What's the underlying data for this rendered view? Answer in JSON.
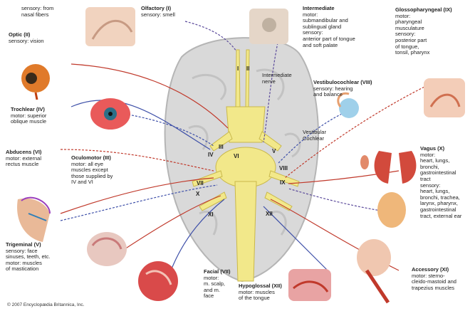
{
  "numerals": [
    "I",
    "II",
    "III",
    "IV",
    "V",
    "VI",
    "VII",
    "VIII",
    "IX",
    "X",
    "XI",
    "XII"
  ],
  "labels": {
    "top_left": {
      "line1": "sensory: from",
      "line2": "nasal fibers"
    },
    "olfactory": {
      "title": "Olfactory (I)",
      "desc": "sensory: smell"
    },
    "optic": {
      "title": "Optic (II)",
      "desc": "sensory: vision"
    },
    "trochlear": {
      "title": "Trochlear (IV)",
      "desc1": "motor: superior",
      "desc2": "oblique muscle"
    },
    "abducens": {
      "title": "Abducens (VI)",
      "desc1": "motor: external",
      "desc2": "rectus muscle"
    },
    "oculomotor": {
      "title": "Oculomotor (III)",
      "desc1": "motor: all eye",
      "desc2": "muscles except",
      "desc3": "those supplied by",
      "desc4": "IV and VI"
    },
    "trigeminal": {
      "title": "Trigeminal (V)",
      "desc1": "sensory: face",
      "desc2": "sinuses, teeth, etc.",
      "desc3": "motor: muscles",
      "desc4": "of mastication"
    },
    "facial": {
      "title": "Facial (VII)",
      "desc1": "motor:",
      "desc2": "m. scalp,",
      "desc3": "and m.",
      "desc4": "face"
    },
    "hypoglossal": {
      "title": "Hypoglossal (XII)",
      "desc1": "motor: muscles",
      "desc2": "of the tongue"
    },
    "accessory": {
      "title": "Accessory (XI)",
      "desc1": "motor: sterno-",
      "desc2": "cleido-mastoid and",
      "desc3": "trapezius muscles"
    },
    "glossopharyngeal": {
      "title": "Glossopharyngeal (IX)",
      "desc1": "motor:",
      "desc2": "pharyngeal",
      "desc3": "musculature",
      "desc4": "sensory:",
      "desc5": "posterior part",
      "desc6": "of tongue,",
      "desc7": "tonsil, pharynx"
    },
    "intermediate": {
      "title": "Intermediate",
      "desc1": "motor:",
      "desc2": "submandibular and",
      "desc3": "sublingual gland",
      "desc4": "sensory:",
      "desc5": "anterior part of tongue",
      "desc6": "and soft palate"
    },
    "intermediate_root": {
      "line1": "Intermediate",
      "line2": "nerve"
    },
    "vestibulocochlear": {
      "title": "Vestibulocochlear (VIII)",
      "desc1": "sensory: hearing",
      "desc2": "and balance"
    },
    "vestibular": {
      "line1": "Vestibular",
      "line2": "Cochlear"
    },
    "vagus": {
      "title": "Vagus (X)",
      "desc1": "motor:",
      "desc2": "heart, lungs,",
      "desc3": "bronchi,",
      "desc4": "gastrointestinal",
      "desc5": "tract",
      "desc6": "sensory:",
      "desc7": "heart, lungs,",
      "desc8": "bronchi, trachea,",
      "desc9": "larynx, pharynx,",
      "desc10": "gastrointestinal",
      "desc11": "tract, external ear",
      "desc12": "",
      "desc13": ""
    }
  },
  "copyright": "© 2007 Encyclopædia Britannica, Inc."
}
